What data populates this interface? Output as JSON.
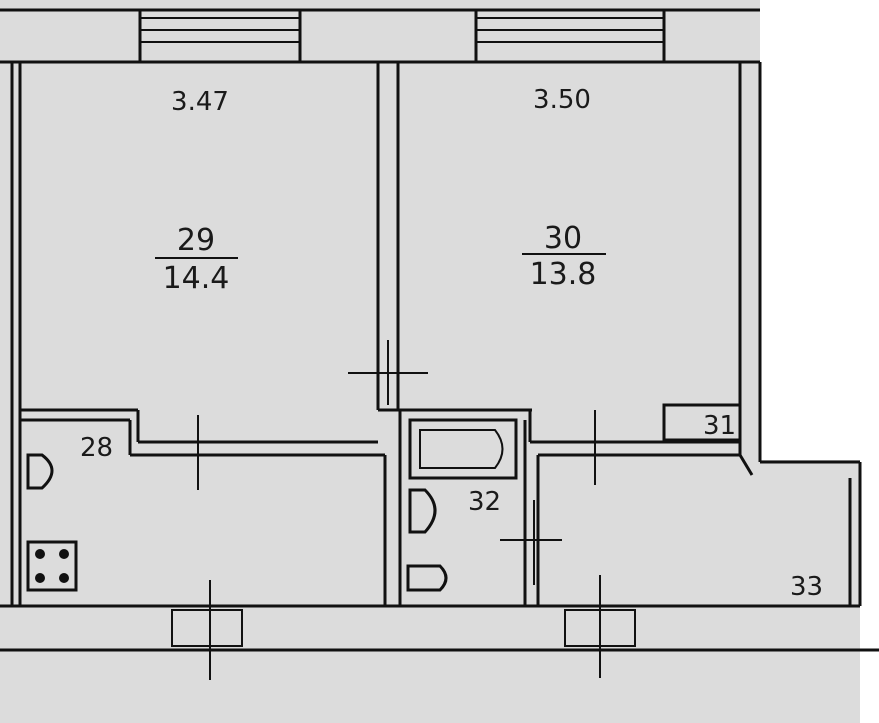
{
  "rooms": {
    "room_29": {
      "number": "29",
      "area": "14.4",
      "width": "3.47"
    },
    "room_30": {
      "number": "30",
      "area": "13.8",
      "width": "3.50"
    },
    "room_28": {
      "number": "28"
    },
    "room_31": {
      "number": "31"
    },
    "room_32": {
      "number": "32"
    },
    "room_33": {
      "number": "33"
    }
  },
  "colors": {
    "background": "#ffffff",
    "floor": "#dcdcdc",
    "walls": "#111111"
  }
}
